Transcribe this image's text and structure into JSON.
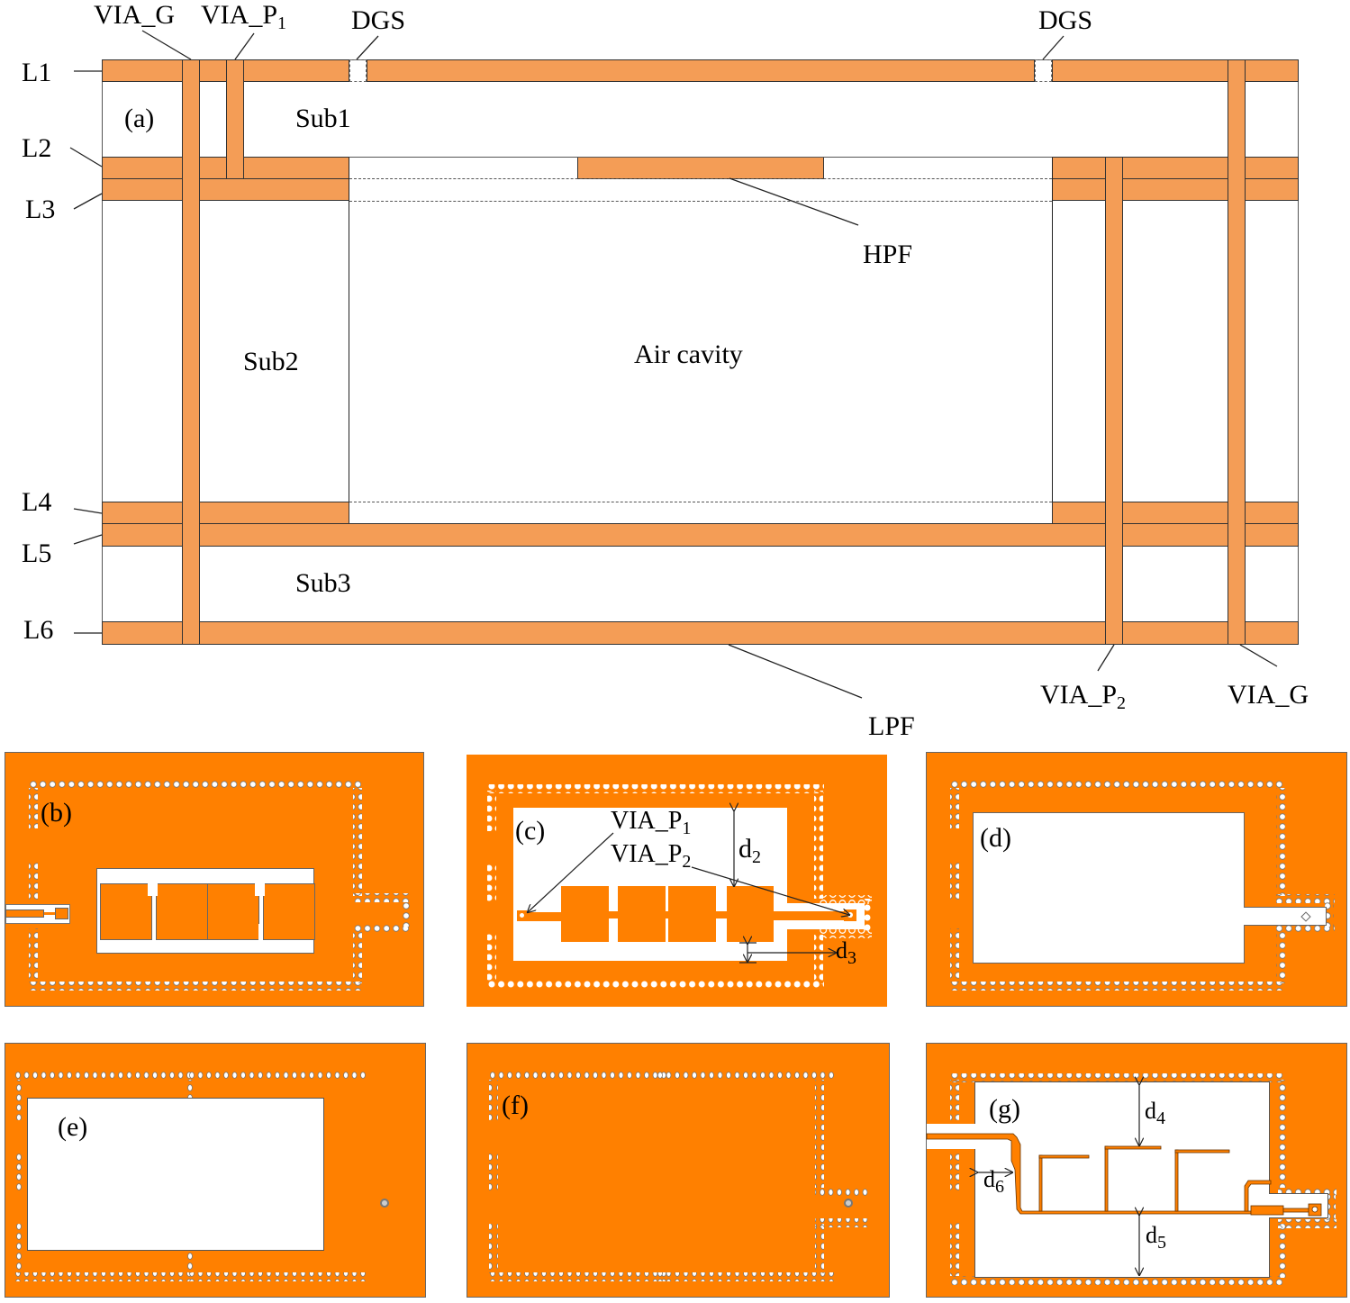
{
  "cross_section": {
    "panel_label": "(a)",
    "layers": [
      "L1",
      "L2",
      "L3",
      "L4",
      "L5",
      "L6"
    ],
    "substrates": {
      "sub1": "Sub1",
      "sub2": "Sub2",
      "sub3": "Sub3"
    },
    "cavity": "Air cavity",
    "callouts": {
      "via_g_top": "VIA_G",
      "via_p1_base": "VIA_P",
      "via_p1_sub": "1",
      "dgs_left": "DGS",
      "dgs_right": "DGS",
      "hpf": "HPF",
      "lpf": "LPF",
      "via_p2_base": "VIA_P",
      "via_p2_sub": "2",
      "via_g_bottom": "VIA_G"
    }
  },
  "layer_views": [
    {
      "id": "b",
      "label": "(b)"
    },
    {
      "id": "c",
      "label": "(c)",
      "annotations": {
        "via_p1_base": "VIA_P",
        "via_p1_sub": "1",
        "via_p2_base": "VIA_P",
        "via_p2_sub": "2",
        "d2_base": "d",
        "d2_sub": "2",
        "d3_base": "d",
        "d3_sub": "3"
      }
    },
    {
      "id": "d",
      "label": "(d)"
    },
    {
      "id": "e",
      "label": "(e)"
    },
    {
      "id": "f",
      "label": "(f)"
    },
    {
      "id": "g",
      "label": "(g)",
      "annotations": {
        "d4_base": "d",
        "d4_sub": "4",
        "d5_base": "d",
        "d5_sub": "5",
        "d6_base": "d",
        "d6_sub": "6"
      }
    }
  ],
  "colors": {
    "copper_cross_section": "#F49D56",
    "copper_layer_view": "#FF8000",
    "substrate": "#FFFFFF"
  }
}
